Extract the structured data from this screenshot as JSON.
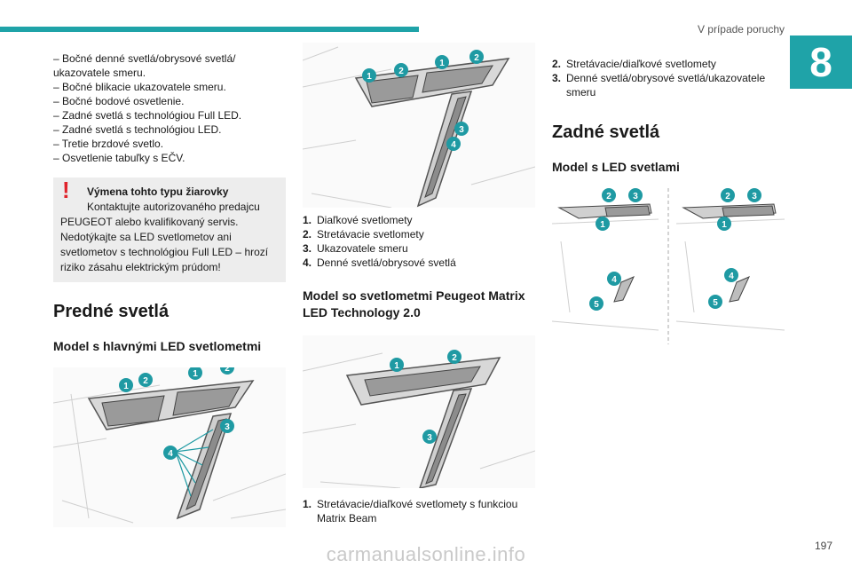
{
  "header": {
    "title": "V prípade poruchy",
    "chapter": "8",
    "page_number": "197"
  },
  "col1": {
    "list": [
      "– Bočné denné svetlá/obrysové svetlá/ ukazovatele smeru.",
      "– Bočné blikacie ukazovatele smeru.",
      "– Bočné bodové osvetlenie.",
      "– Zadné svetlá s technológiou Full LED.",
      "– Zadné svetlá s technológiou LED.",
      "– Tretie brzdové svetlo.",
      "– Osvetlenie tabuľky s EČV."
    ],
    "warning": {
      "title": "Výmena tohto typu žiarovky",
      "line1": "Kontaktujte autorizovaného predajcu",
      "rest": "PEUGEOT alebo kvalifikovaný servis. Nedotýkajte sa LED svetlometov ani svetlometov s technológiou Full LED – hrozí riziko zásahu elektrickým prúdom!"
    },
    "section_title": "Predné svetlá",
    "subtitle": "Model s hlavnými LED svetlometmi"
  },
  "col2": {
    "list1": [
      {
        "n": "1.",
        "t": "Diaľkové svetlomety"
      },
      {
        "n": "2.",
        "t": "Stretávacie svetlomety"
      },
      {
        "n": "3.",
        "t": "Ukazovatele smeru"
      },
      {
        "n": "4.",
        "t": "Denné svetlá/obrysové svetlá"
      }
    ],
    "subtitle": "Model so svetlometmi Peugeot Matrix LED Technology 2.0",
    "list2": [
      {
        "n": "1.",
        "t": "Stretávacie/diaľkové svetlomety s funkciou Matrix Beam"
      }
    ]
  },
  "col3": {
    "list": [
      {
        "n": "2.",
        "t": "Stretávacie/diaľkové svetlomety"
      },
      {
        "n": "3.",
        "t": "Denné svetlá/obrysové svetlá/ukazovatele smeru"
      }
    ],
    "section_title": "Zadné svetlá",
    "subtitle": "Model s LED svetlami"
  },
  "callouts": {
    "one": "1",
    "two": "2",
    "three": "3",
    "four": "4",
    "five": "5"
  },
  "colors": {
    "accent": "#1fa3a8",
    "warning": "#e0232b",
    "badge": "#1f9aa3"
  },
  "watermark": "carmanualsonline.info"
}
